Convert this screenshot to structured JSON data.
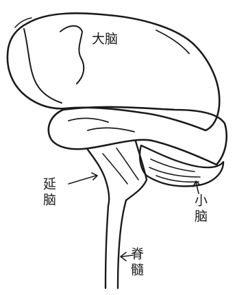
{
  "figure": {
    "labels": {
      "cerebrum": "大脑",
      "medulla": "延脑",
      "cerebellum": "小脑",
      "spinal_cord": "脊髓"
    }
  }
}
